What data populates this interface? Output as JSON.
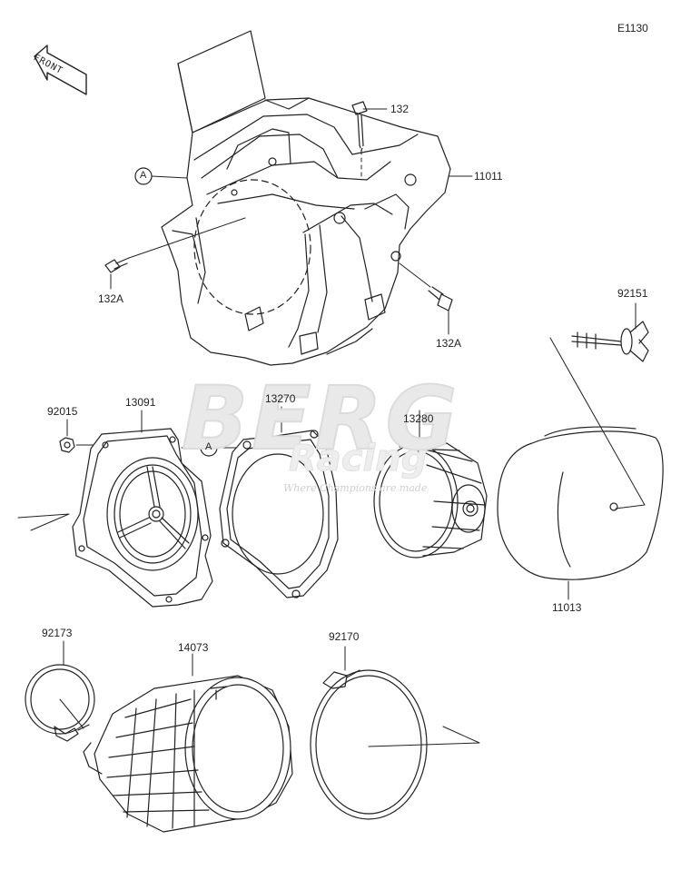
{
  "diagram": {
    "code": "E1130",
    "front_label": "FRONT",
    "callout_a": "A",
    "watermark": {
      "main": "BERG",
      "sub": "Racing",
      "tagline": "Where Champions are made"
    },
    "parts": {
      "air_box": "11011",
      "bolt": "132",
      "bolt_a_left": "132A",
      "bolt_a_right": "132A",
      "nut": "92015",
      "holder": "13091",
      "gasket": "13270",
      "element_cage": "13280",
      "bolt_wing": "92151",
      "element": "11013",
      "clamp_small": "92173",
      "duct": "14073",
      "clamp_large": "92170"
    }
  }
}
